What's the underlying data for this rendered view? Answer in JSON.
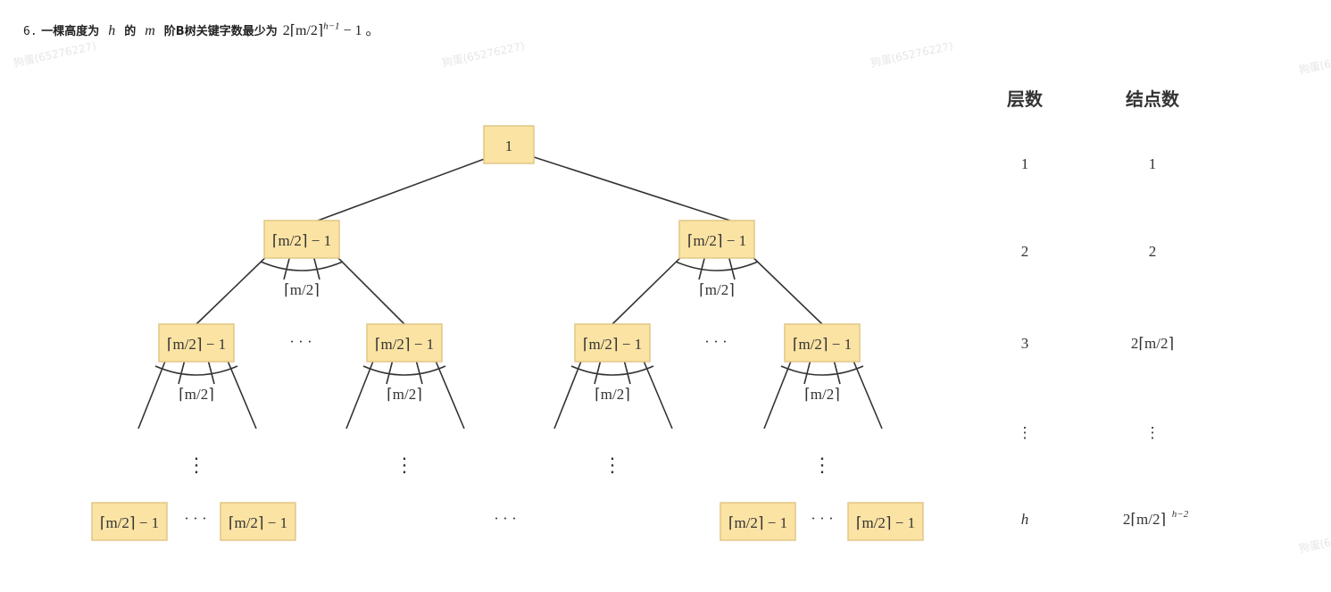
{
  "question": {
    "num": "6.",
    "t1": "一棵高度为",
    "h": "h",
    "t2": "的",
    "m": "m",
    "t3": "阶B树关键字数最少为",
    "formula": "2⌈m/2⌉",
    "exp": "h−1",
    "tail": "− 1 。"
  },
  "watermark": "狗蛋(65276227)",
  "tree": {
    "root": "1",
    "node": "⌈m/2⌉ − 1",
    "branch": "⌈m/2⌉",
    "hdots": "· · ·",
    "vdots": "⋮"
  },
  "table": {
    "headers": [
      "层数",
      "结点数"
    ],
    "rows": [
      {
        "level": "1",
        "count": "1"
      },
      {
        "level": "2",
        "count": "2"
      },
      {
        "level": "3",
        "count": "2⌈m/2⌉"
      },
      {
        "level": "⋮",
        "count": "⋮"
      },
      {
        "level": "h",
        "count": "2⌈m/2⌉",
        "count_exp": "h−2"
      }
    ]
  }
}
